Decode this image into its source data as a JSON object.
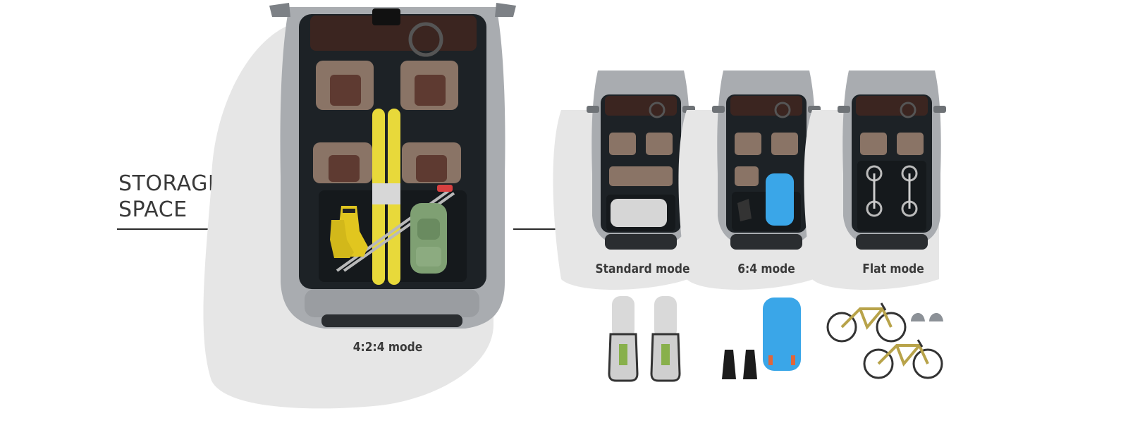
{
  "heading": {
    "line1": "STORAGE",
    "line2": "SPACE"
  },
  "modes": [
    {
      "label": "4:2:4 mode"
    },
    {
      "label": "Standard mode"
    },
    {
      "label": "6:4 mode"
    },
    {
      "label": "Flat mode"
    }
  ],
  "colors": {
    "body_silver": "#a9acb0",
    "interior_dark": "#1d2226",
    "seat_brown": "#5e3a31",
    "ski_yellow": "#e8d93a",
    "board_blue": "#3aa6e8",
    "shadow": "#e4e4e4"
  },
  "icons": [
    "car-topdown-icon",
    "ski-icon",
    "ski-boot-icon",
    "backpack-icon",
    "golf-bag-icon",
    "bodyboard-icon",
    "swim-fin-icon",
    "bicycle-icon",
    "helmet-icon"
  ]
}
